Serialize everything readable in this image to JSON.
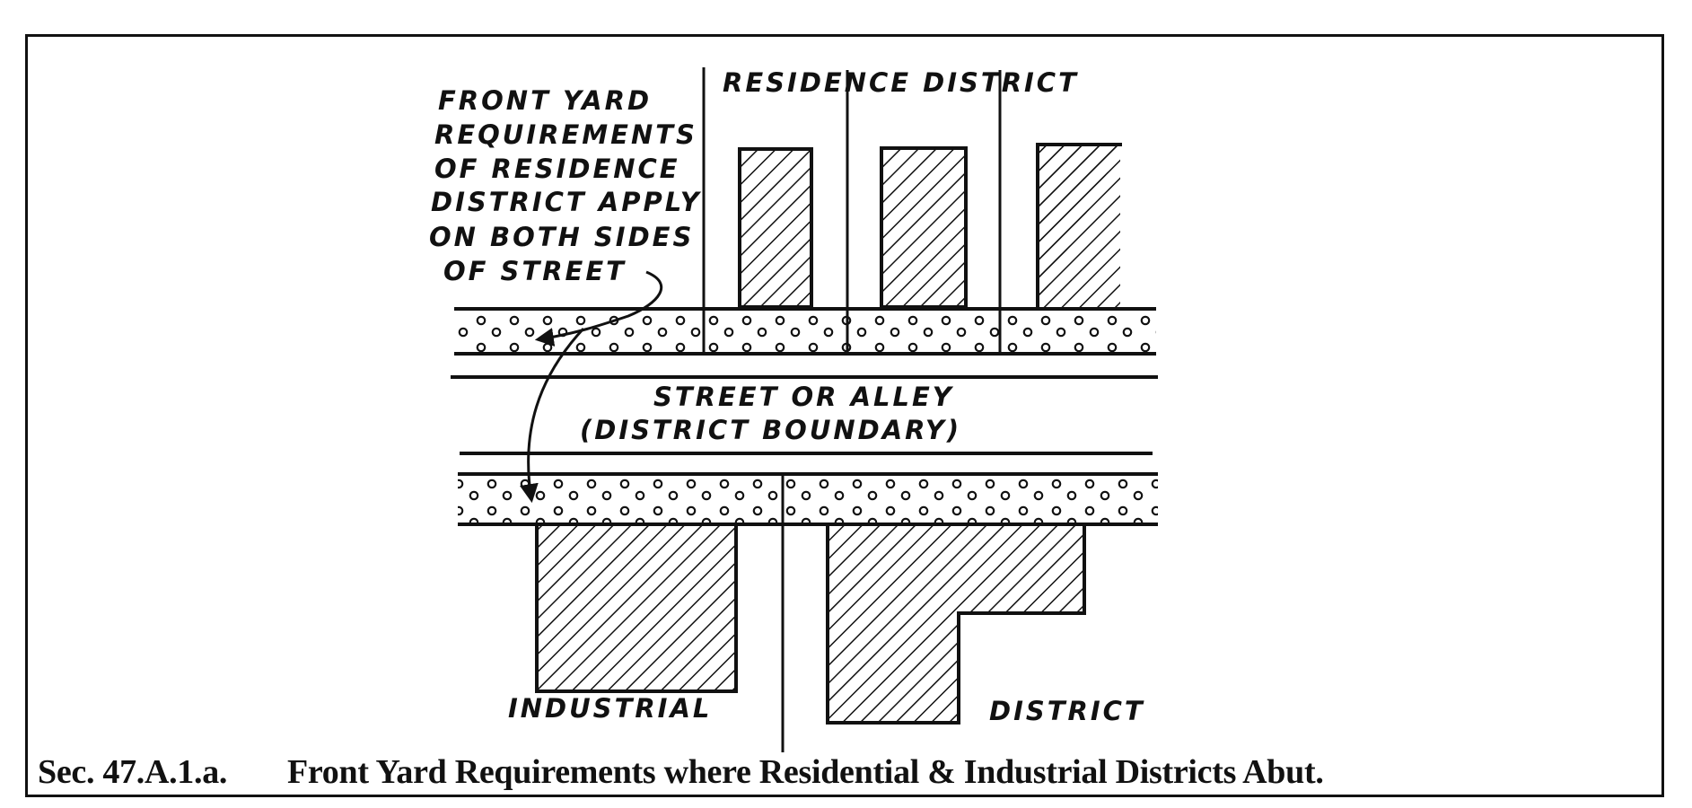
{
  "diagram": {
    "note_lines": [
      "FRONT YARD",
      "REQUIREMENTS",
      "OF RESIDENCE",
      "DISTRICT APPLY",
      "ON BOTH SIDES",
      "OF STREET"
    ],
    "residence_label": "RESIDENCE DISTRICT",
    "street_label_1": "STREET OR ALLEY",
    "street_label_2": "(DISTRICT BOUNDARY)",
    "industrial_label": "INDUSTRIAL",
    "district_label": "DISTRICT"
  },
  "caption": {
    "section": "Sec. 47.A.1.a.",
    "title": "Front Yard Requirements where Residential & Industrial Districts Abut."
  },
  "colors": {
    "ink": "#111111",
    "paper": "#ffffff"
  }
}
